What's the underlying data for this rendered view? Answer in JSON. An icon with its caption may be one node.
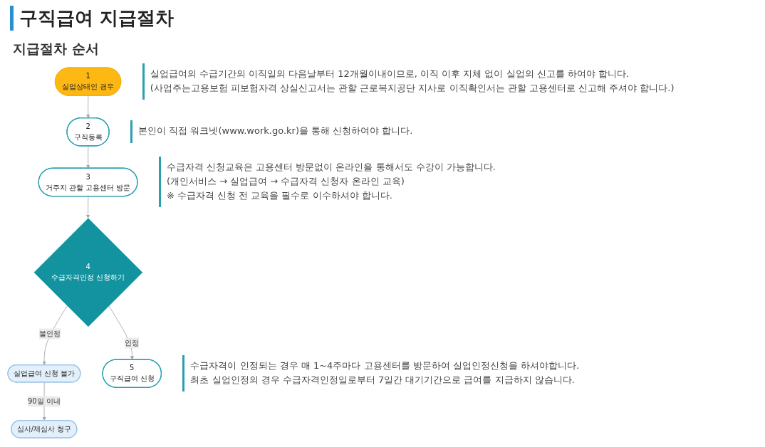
{
  "diagram": {
    "title": "구직급여 지급절차",
    "nodes": [
      {
        "text": [
          "1",
          "실업상태인 경우"
        ],
        "beside": [
          "실업급여의 수급기간의 이직일의 다음날부터 12개월이내이므로, 이직 이후 지체 없이 실업의 신고를 하여야 합니다.",
          "(사업주는고용보험 피보험자격 상실신고서는 관할 근로복지공단 지사로 이직확인서는 관할 고용센터로 신고해 주셔야 합니다.)"
        ]
      },
      {
        "text": [
          "2",
          "구직등록"
        ],
        "beside": [
          "본인이 직접 워크넷(www.work.go.kr)을 통해 신청하여야 합니다."
        ]
      },
      {
        "text": [
          "3",
          "거주지 관할 고용센터 방문"
        ],
        "beside": [
          "수급자격 신청교육은 고용센터 방문없이 온라인을 통해서도 수강이 가능합니다.",
          "(개인서비스 → 실업급여 → 수급자격 신청자 온라인 교육)",
          "※ 수급자격 신청 전 교육을 필수로 이수하셔야 합니다."
        ]
      },
      {
        "text": [
          "4",
          "수급자격인정 신청하기"
        ]
      },
      {
        "text": [
          "실업급여 신청 불가"
        ]
      },
      {
        "text": [
          "심사/재심사 청구"
        ]
      },
      {
        "text": [
          "5",
          "구직급여 신청"
        ],
        "beside": [
          "수급자격이 인정되는 경우 매 1~4주마다 고용센터를 방문하여 실업인정신청을 하셔야합니다.",
          "최초 실업인정의 경우 수급자격인정일로부터 7일간 대기기간으로 급여를 지급하지 않습니다."
        ]
      }
    ],
    "edges": [
      {
        "from": 0,
        "to": 1,
        "arrow": "to"
      },
      {
        "from": 1,
        "to": 2,
        "arrow": "to"
      },
      {
        "from": 2,
        "to": 3,
        "arrow": "to"
      },
      {
        "from": 3,
        "to": 4,
        "arrow": "to",
        "label": "불인정"
      },
      {
        "from": 4,
        "to": 5,
        "arrow": "to",
        "label": "90일 이내"
      },
      {
        "from": 3,
        "to": 6,
        "arrow": "to",
        "label": "인정"
      }
    ],
    "labels": [
      "지급절차 순서"
    ]
  }
}
